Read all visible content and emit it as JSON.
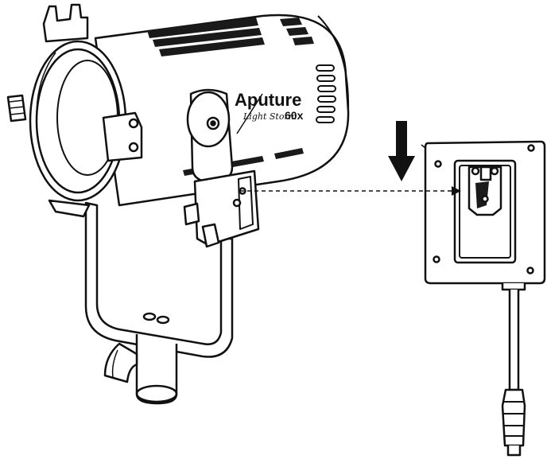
{
  "light": {
    "brand": "Aputure",
    "series": "Light Storm",
    "model": "60x"
  },
  "colors": {
    "line": "#111111",
    "fill": "#ffffff",
    "shade": "#1a1a1a"
  },
  "icons": {
    "direction": "arrow-down-icon",
    "connector": "dashed-arrow-icon"
  }
}
